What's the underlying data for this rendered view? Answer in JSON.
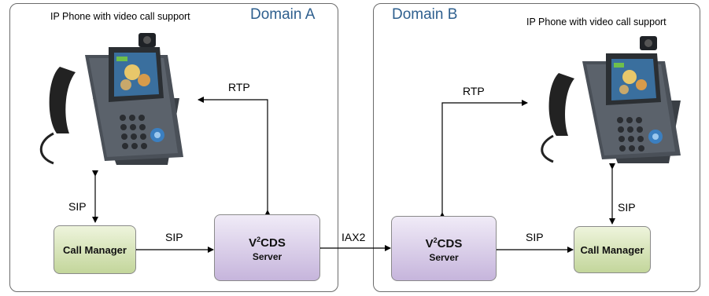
{
  "domains": [
    {
      "title": "Domain A",
      "phone_caption": "IP Phone  with video call support"
    },
    {
      "title": "Domain B",
      "phone_caption": "IP Phone  with video call support"
    }
  ],
  "nodes": {
    "call_manager_a": "Call Manager",
    "v2cds_a": {
      "prefix": "V",
      "sup": "2",
      "suffix": "CDS",
      "line2": "Server"
    },
    "v2cds_b": {
      "prefix": "V",
      "sup": "2",
      "suffix": "CDS",
      "line2": "Server"
    },
    "call_manager_b": "Call Manager"
  },
  "edge_labels": {
    "rtp_a": "RTP",
    "sip_phone_a": "SIP",
    "sip_cm_a": "SIP",
    "iax2": "IAX2",
    "rtp_b": "RTP",
    "sip_cm_b": "SIP",
    "sip_phone_b": "SIP"
  },
  "colors": {
    "domain_title": "#2e5f8e",
    "call_manager_fill": "#c3d69b",
    "v2cds_fill": "#c6b5dc",
    "border": "#6b6b6b"
  }
}
